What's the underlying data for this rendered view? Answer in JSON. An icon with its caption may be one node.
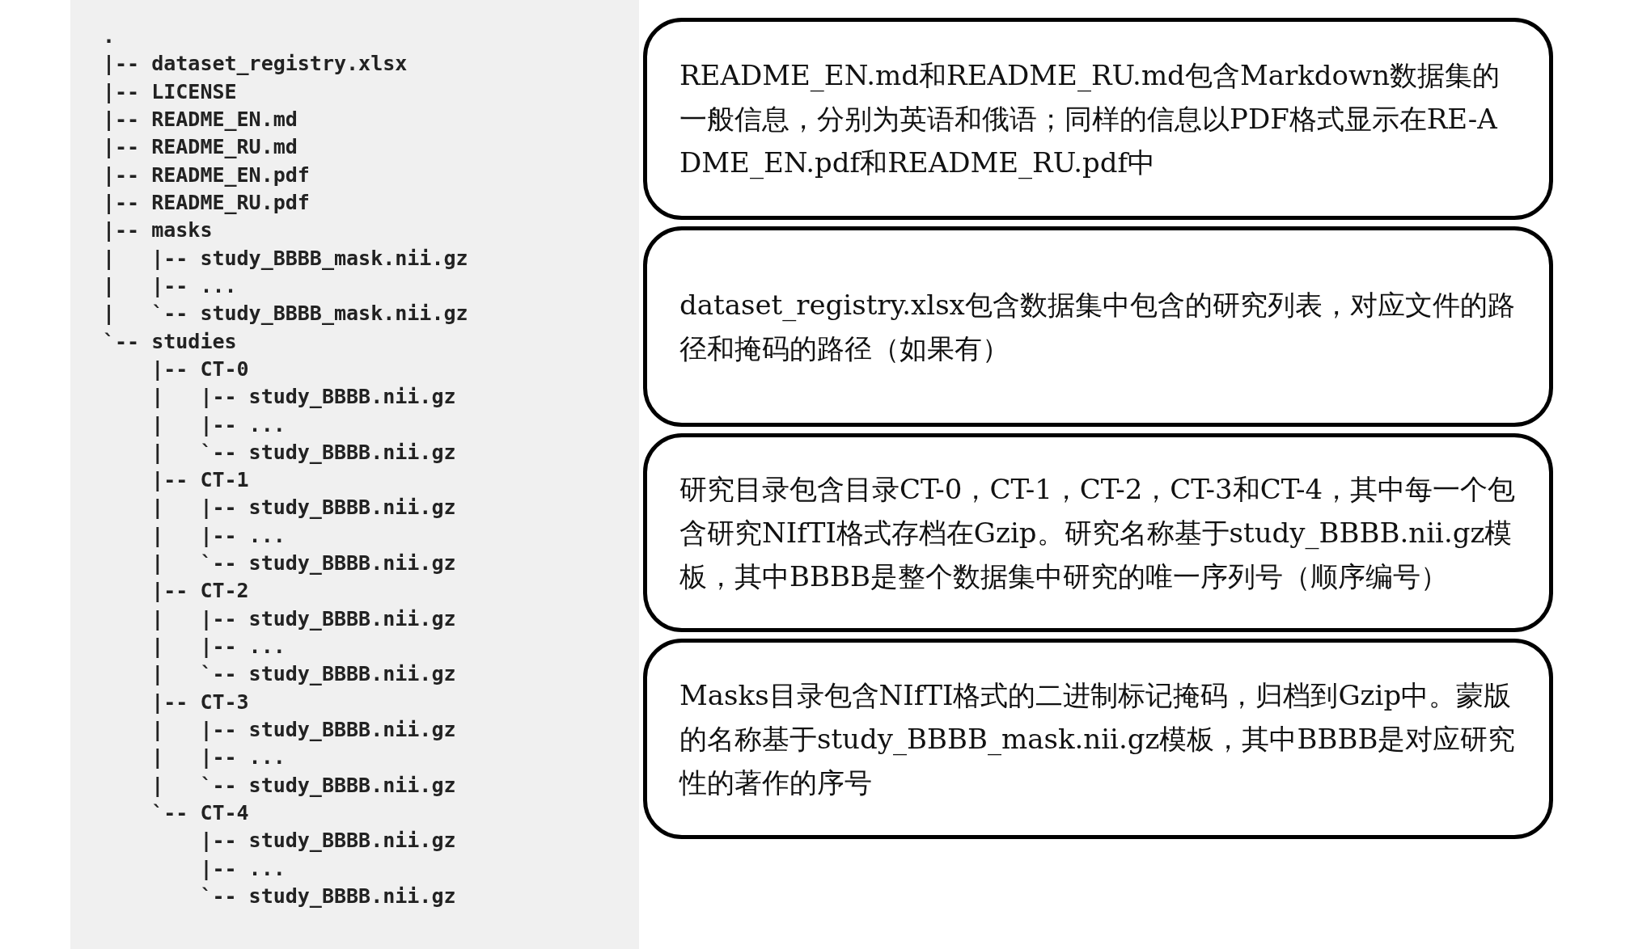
{
  "diagram": {
    "nodes": [
      {
        "text": [
          ".",
          "|-- dataset_registry.xlsx",
          "|-- LICENSE",
          "|-- README_EN.md",
          "|-- README_RU.md",
          "|-- README_EN.pdf",
          "|-- README_RU.pdf",
          "|-- masks",
          "|   |-- study_BBBB_mask.nii.gz",
          "|   |-- ...",
          "|   `-- study_BBBB_mask.nii.gz",
          "`-- studies",
          "    |-- CT-0",
          "    |   |-- study_BBBB.nii.gz",
          "    |   |-- ...",
          "    |   `-- study_BBBB.nii.gz",
          "    |-- CT-1",
          "    |   |-- study_BBBB.nii.gz",
          "    |   |-- ...",
          "    |   `-- study_BBBB.nii.gz",
          "    |-- CT-2",
          "    |   |-- study_BBBB.nii.gz",
          "    |   |-- ...",
          "    |   `-- study_BBBB.nii.gz",
          "    |-- CT-3",
          "    |   |-- study_BBBB.nii.gz",
          "    |   |-- ...",
          "    |   `-- study_BBBB.nii.gz",
          "    `-- CT-4",
          "        |-- study_BBBB.nii.gz",
          "        |-- ...",
          "        `-- study_BBBB.nii.gz"
        ]
      },
      {
        "text": [
          "README_EN.md和README_RU.md包含Markdown数据集的一般信息，分别为英语和俄语；同样的信息以PDF格式显示在RE-ADME_EN.pdf和README_RU.pdf中"
        ]
      },
      {
        "text": [
          "dataset_registry.xlsx包含数据集中包含的研究列表，对应文件的路径和掩码的路径（如果有）"
        ]
      },
      {
        "text": [
          "研究目录包含目录CT-0，CT-1，CT-2，CT-3和CT-4，其中每一个包含研究NIfTI格式存档在Gzip。研究名称基于study_BBBB.nii.gz模板，其中BBBB是整个数据集中研究的唯一序列号（顺序编号）"
        ]
      },
      {
        "text": [
          "Masks目录包含NIfTI格式的二进制标记掩码，归档到Gzip中。蒙版的名称基于study_BBBB_mask.nii.gz模板，其中BBBB是对应研究性的著作的序号"
        ]
      }
    ]
  }
}
